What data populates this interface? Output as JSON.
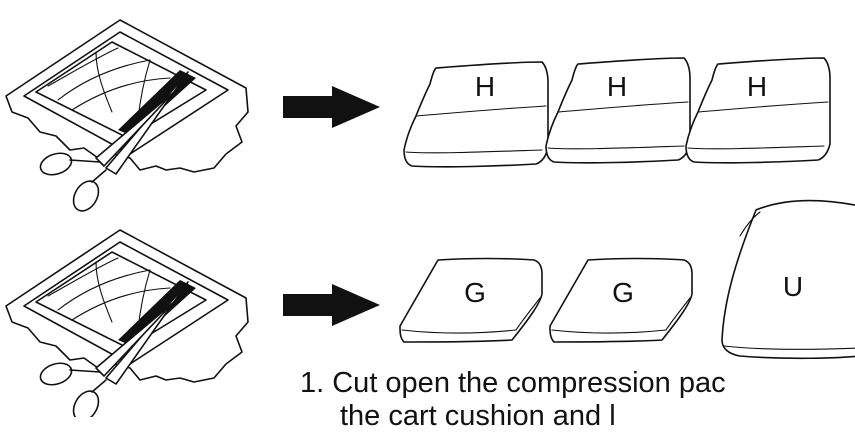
{
  "rows": [
    {
      "cushions": [
        "H",
        "H",
        "H"
      ]
    },
    {
      "cushions": [
        "G",
        "G",
        "U"
      ]
    }
  ],
  "caption": {
    "line1": "1. Cut open the compression pac",
    "line2": "the cart cushion and l"
  },
  "icons": [
    "compression-package-icon",
    "scissors-icon",
    "arrow-right-icon",
    "cushion-icon"
  ]
}
